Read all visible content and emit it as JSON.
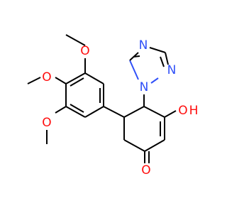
{
  "molecule": {
    "atom_labels": {
      "o_methoxy_top": "O",
      "o_methoxy_mid": "O",
      "o_methoxy_bot": "O",
      "o_hydroxy": "O",
      "h_hydroxy": "H",
      "o_ketone": "O",
      "n_triazole_1": "N",
      "n_triazole_2": "N",
      "n_triazole_4": "N"
    },
    "colors": {
      "carbon_bond": "#000000",
      "oxygen": "#ff0d0d",
      "nitrogen": "#3050f8"
    }
  }
}
